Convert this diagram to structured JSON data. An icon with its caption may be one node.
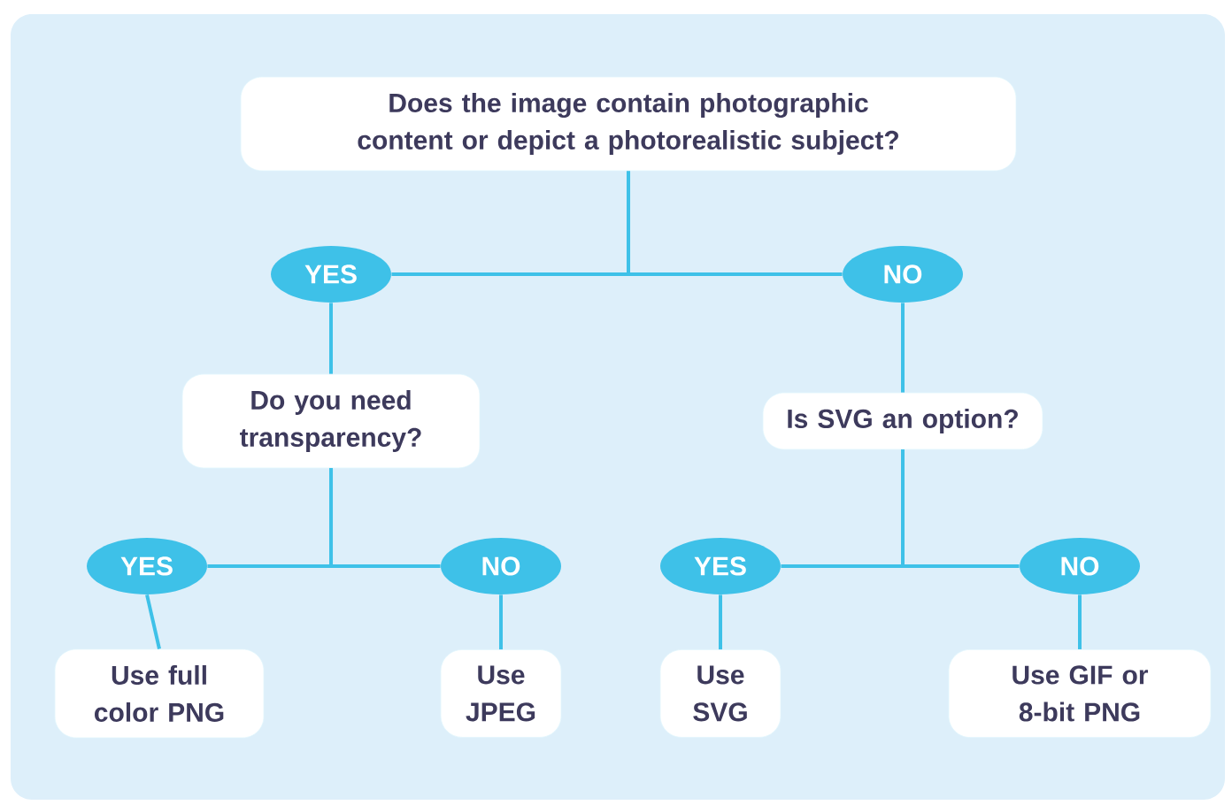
{
  "diagram": {
    "nodes": [
      {
        "text": [
          "Does the image contain photographic content or depict a photorealistic subject?"
        ]
      },
      {
        "text": [
          "YES"
        ]
      },
      {
        "text": [
          "NO"
        ]
      },
      {
        "text": [
          "Do you need transparency?"
        ]
      },
      {
        "text": [
          "Is SVG an option?"
        ]
      },
      {
        "text": [
          "YES"
        ]
      },
      {
        "text": [
          "NO"
        ]
      },
      {
        "text": [
          "YES"
        ]
      },
      {
        "text": [
          "NO"
        ]
      },
      {
        "text": [
          "Use full color PNG"
        ]
      },
      {
        "text": [
          "Use JPEG"
        ]
      },
      {
        "text": [
          "Use SVG"
        ]
      },
      {
        "text": [
          "Use GIF or 8-bit PNG"
        ]
      }
    ],
    "edges": [
      {
        "from": 0,
        "to": 1,
        "arrow": "none"
      },
      {
        "from": 0,
        "to": 2,
        "arrow": "none"
      },
      {
        "from": 1,
        "to": 3,
        "arrow": "none"
      },
      {
        "from": 2,
        "to": 4,
        "arrow": "none"
      },
      {
        "from": 3,
        "to": 5,
        "arrow": "none"
      },
      {
        "from": 3,
        "to": 6,
        "arrow": "none"
      },
      {
        "from": 4,
        "to": 7,
        "arrow": "none"
      },
      {
        "from": 4,
        "to": 8,
        "arrow": "none"
      },
      {
        "from": 5,
        "to": 9,
        "arrow": "none"
      },
      {
        "from": 6,
        "to": 10,
        "arrow": "none"
      },
      {
        "from": 7,
        "to": 11,
        "arrow": "none"
      },
      {
        "from": 8,
        "to": 12,
        "arrow": "none"
      }
    ]
  }
}
